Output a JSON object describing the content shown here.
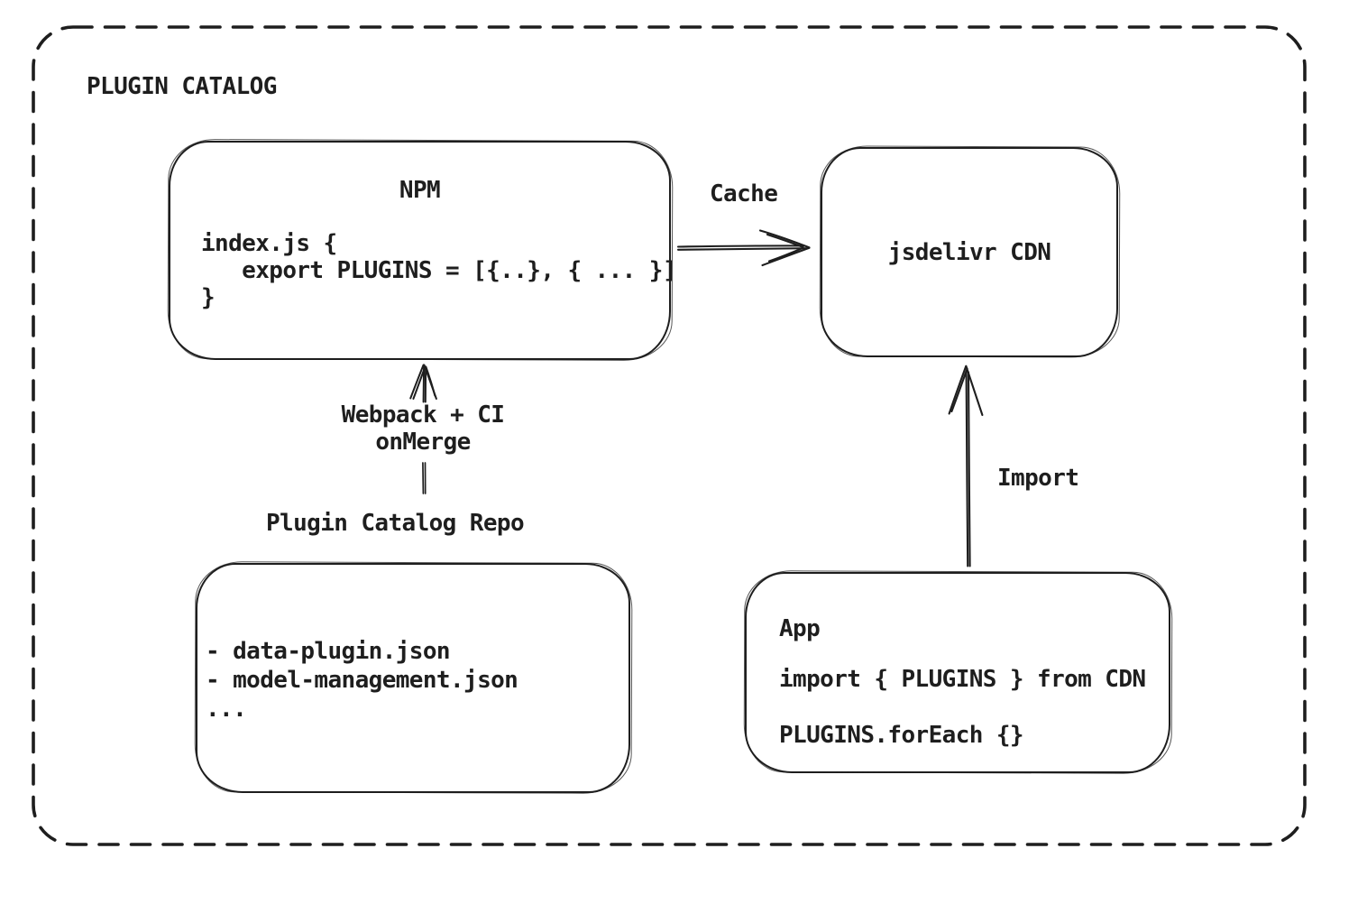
{
  "canvas": {
    "background": "#ffffff",
    "ink": "#1e1e1e"
  },
  "frame_title": "PLUGIN CATALOG",
  "npm": {
    "title": "NPM",
    "code_lines": [
      "index.js {",
      "   export PLUGINS = [{..}, { ... }]",
      "}"
    ]
  },
  "cdn": {
    "label": "jsdelivr CDN"
  },
  "repo": {
    "title": "Plugin Catalog Repo",
    "files": [
      "- data-plugin.json",
      "- model-management.json",
      "..."
    ]
  },
  "app": {
    "title": "App",
    "code_lines": [
      "import { PLUGINS } from CDN",
      "PLUGINS.forEach {}"
    ]
  },
  "edges": {
    "cache": {
      "label": "Cache"
    },
    "build": {
      "label_line_1": "Webpack + CI",
      "label_line_2": "onMerge"
    },
    "import": {
      "label": "Import"
    }
  }
}
